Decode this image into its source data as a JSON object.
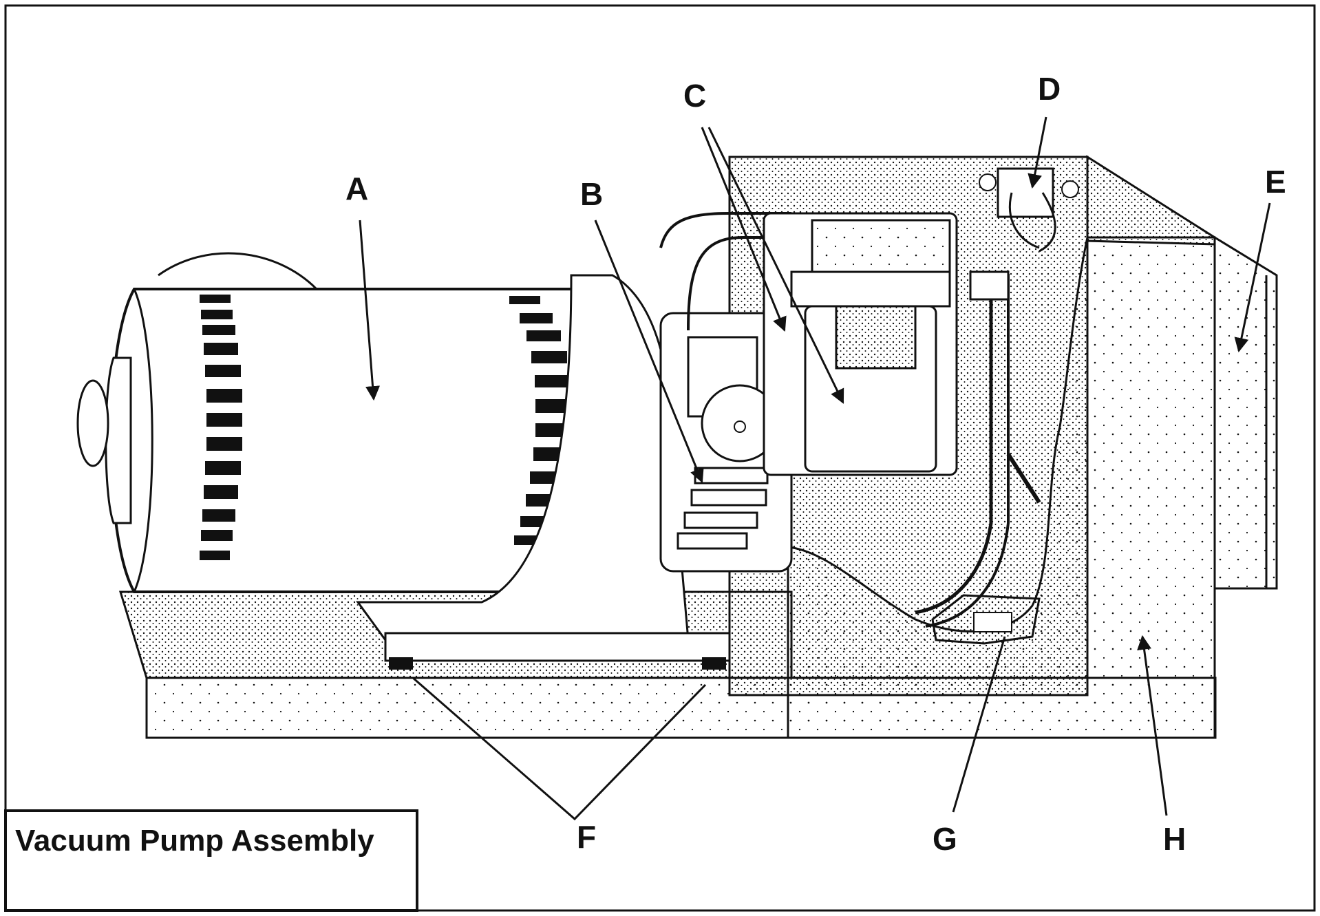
{
  "figure": {
    "title": "Vacuum Pump Assembly",
    "callouts": {
      "A": "A",
      "B": "B",
      "C": "C",
      "D": "D",
      "E": "E",
      "F": "F",
      "G": "G",
      "H": "H"
    }
  }
}
